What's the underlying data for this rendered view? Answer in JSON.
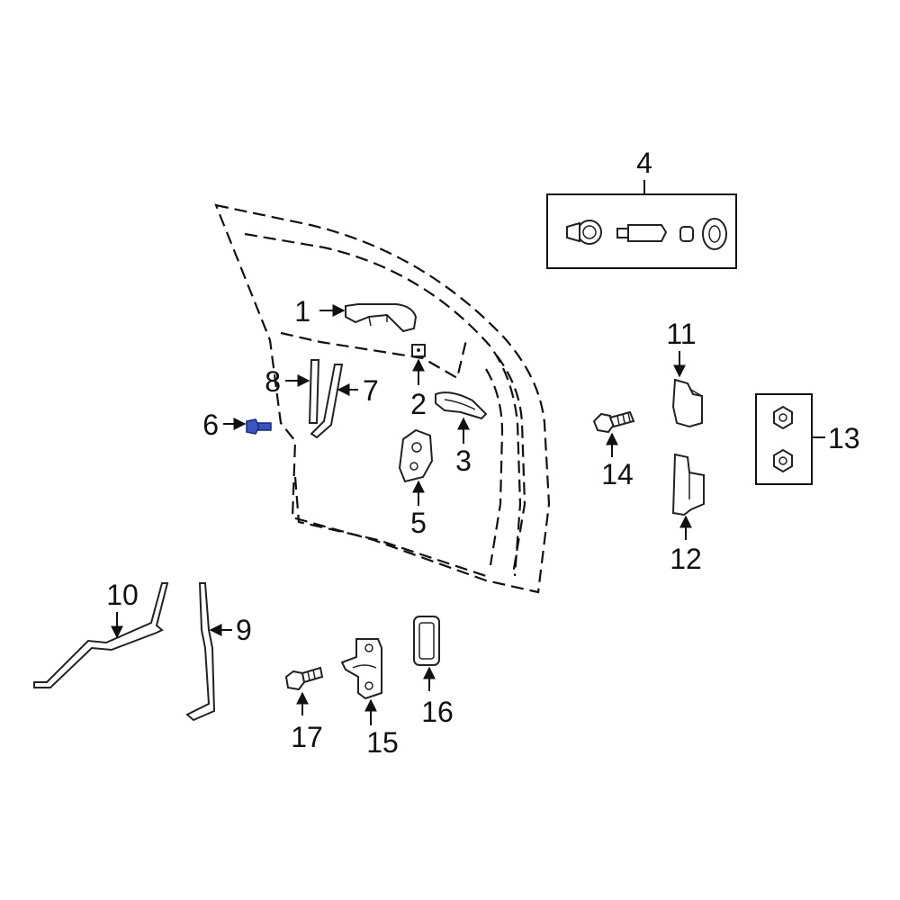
{
  "diagram": {
    "highlight_color": "#3a56c4",
    "line_color": "#111111",
    "highlighted_part": "6",
    "callouts": [
      {
        "id": "c1",
        "label": "1"
      },
      {
        "id": "c2",
        "label": "2"
      },
      {
        "id": "c3",
        "label": "3"
      },
      {
        "id": "c4",
        "label": "4"
      },
      {
        "id": "c5",
        "label": "5"
      },
      {
        "id": "c6",
        "label": "6"
      },
      {
        "id": "c7",
        "label": "7"
      },
      {
        "id": "c8",
        "label": "8"
      },
      {
        "id": "c9",
        "label": "9"
      },
      {
        "id": "c10",
        "label": "10"
      },
      {
        "id": "c11",
        "label": "11"
      },
      {
        "id": "c12",
        "label": "12"
      },
      {
        "id": "c13",
        "label": "13"
      },
      {
        "id": "c14",
        "label": "14"
      },
      {
        "id": "c15",
        "label": "15"
      },
      {
        "id": "c16",
        "label": "16"
      },
      {
        "id": "c17",
        "label": "17"
      }
    ]
  }
}
